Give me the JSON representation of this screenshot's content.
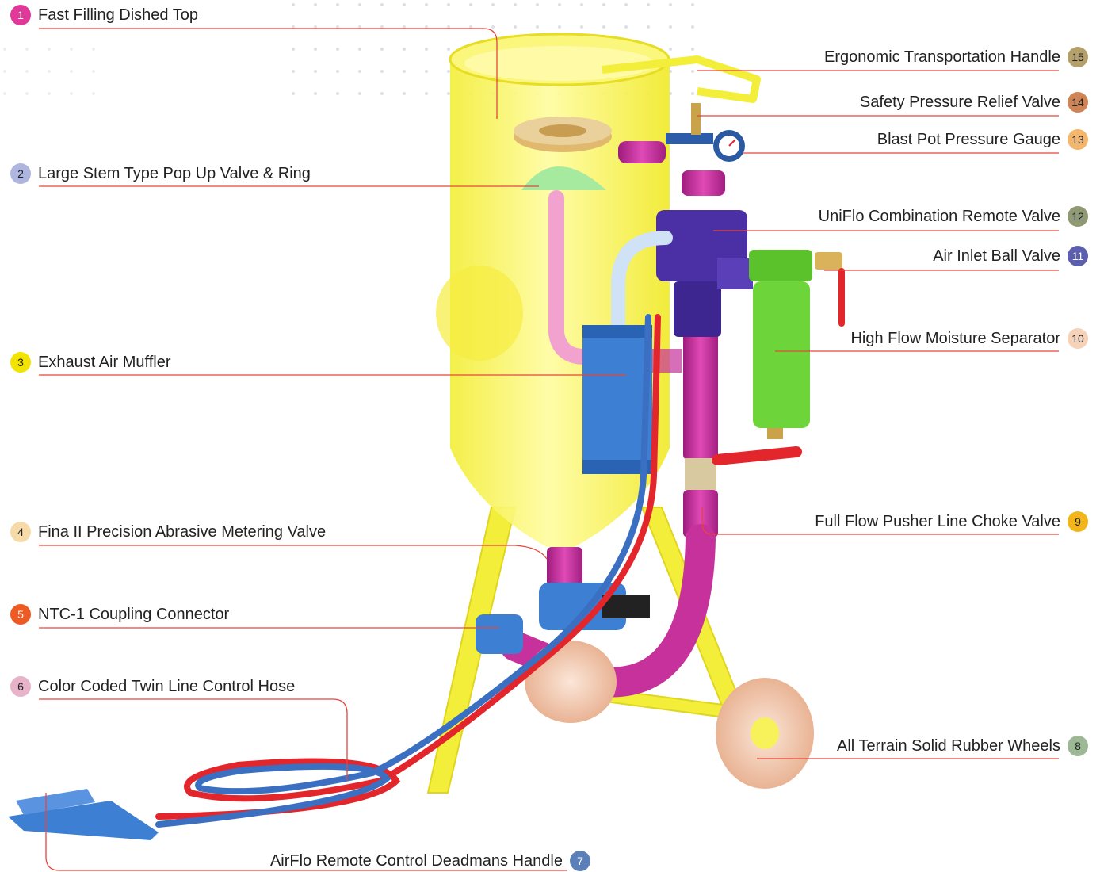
{
  "callouts": [
    {
      "num": "1",
      "label": "Fast Filling Dished Top",
      "color": "#e0399a"
    },
    {
      "num": "2",
      "label": "Large Stem Type Pop Up Valve & Ring",
      "color": "#aeb6e0"
    },
    {
      "num": "3",
      "label": "Exhaust Air Muffler",
      "color": "#f2e400"
    },
    {
      "num": "4",
      "label": "Fina II Precision Abrasive Metering Valve",
      "color": "#f6dba8"
    },
    {
      "num": "5",
      "label": "NTC-1 Coupling Connector",
      "color": "#ee5a24"
    },
    {
      "num": "6",
      "label": "Color Coded Twin Line Control Hose",
      "color": "#e7b3c9"
    },
    {
      "num": "7",
      "label": "AirFlo Remote Control Deadmans Handle",
      "color": "#5b7fb8"
    },
    {
      "num": "8",
      "label": "All Terrain Solid Rubber Wheels",
      "color": "#9cb895"
    },
    {
      "num": "9",
      "label": "Full Flow Pusher Line Choke Valve",
      "color": "#f2b61c"
    },
    {
      "num": "10",
      "label": "High Flow Moisture Separator",
      "color": "#f6d2b8"
    },
    {
      "num": "11",
      "label": "Air Inlet Ball Valve",
      "color": "#5c5fae"
    },
    {
      "num": "12",
      "label": "UniFlo Combination Remote Valve",
      "color": "#8f9a74"
    },
    {
      "num": "13",
      "label": "Blast Pot Pressure Gauge",
      "color": "#f4b66a"
    },
    {
      "num": "14",
      "label": "Safety Pressure Relief Valve",
      "color": "#cf8455"
    },
    {
      "num": "15",
      "label": "Ergonomic Transportation Handle",
      "color": "#b59f6a"
    }
  ],
  "colors": {
    "leader_line": "#e8453c",
    "pot": "#f7f25a",
    "pipe_magenta": "#c6319c",
    "uniflo_body": "#4b2fa5",
    "muffler": "#3d7fd3",
    "separator": "#6dd43a",
    "wheel": "#f3c9b0",
    "hose_red": "#e3262c",
    "hose_blue": "#3b6fc2"
  }
}
